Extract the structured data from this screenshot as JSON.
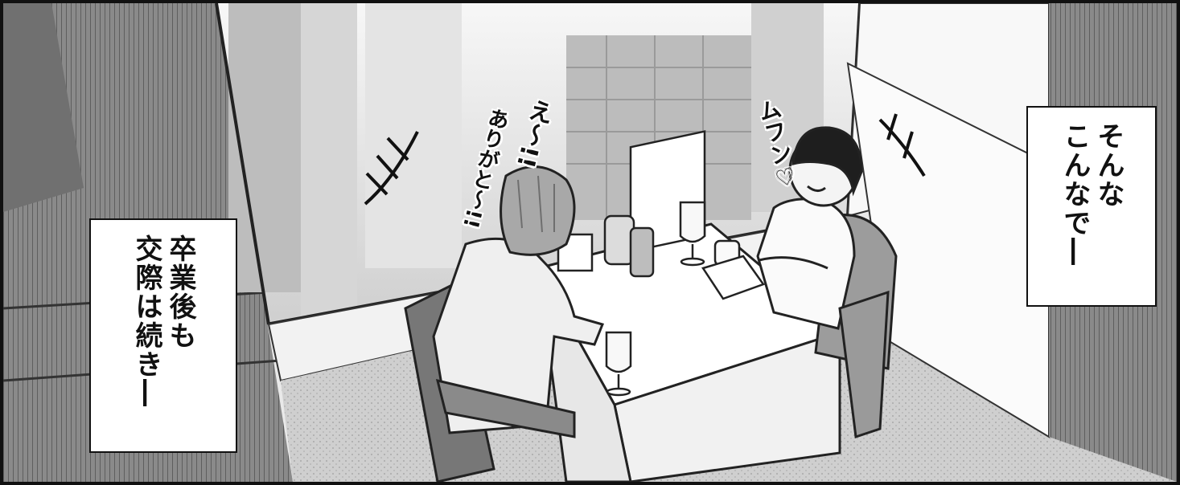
{
  "captions": {
    "left": [
      "卒業後も",
      "交際は続き―"
    ],
    "right": [
      "そんな",
      "こんなで―"
    ]
  },
  "sound_effects": {
    "woman": [
      "え〜!!",
      "ありがと〜!!"
    ],
    "man": "ムフン♡"
  }
}
